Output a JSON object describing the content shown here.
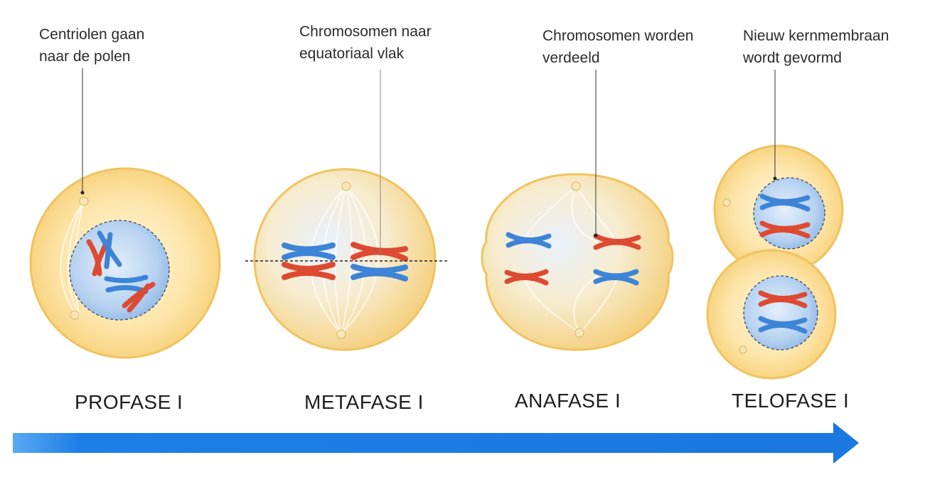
{
  "callouts": [
    {
      "line1": "Centriolen gaan",
      "line2": "naar de polen"
    },
    {
      "line1": "Chromosomen naar",
      "line2": "equatoriaal vlak"
    },
    {
      "line1": "Chromosomen worden",
      "line2": "verdeeld"
    },
    {
      "line1": "Nieuw kernmembraan",
      "line2": "wordt gevormd"
    }
  ],
  "stages": [
    "PROFASE I",
    "METAFASE I",
    "ANAFASE I",
    "TELOFASE I"
  ],
  "colors": {
    "cell_fill": "#fbdc95",
    "cell_edge": "#f1c25e",
    "nucleus_fill": "#a9cbee",
    "chromosome_blue": "#3d84d6",
    "chromosome_red": "#dd4a32",
    "arrow": "#1d7fe6"
  }
}
